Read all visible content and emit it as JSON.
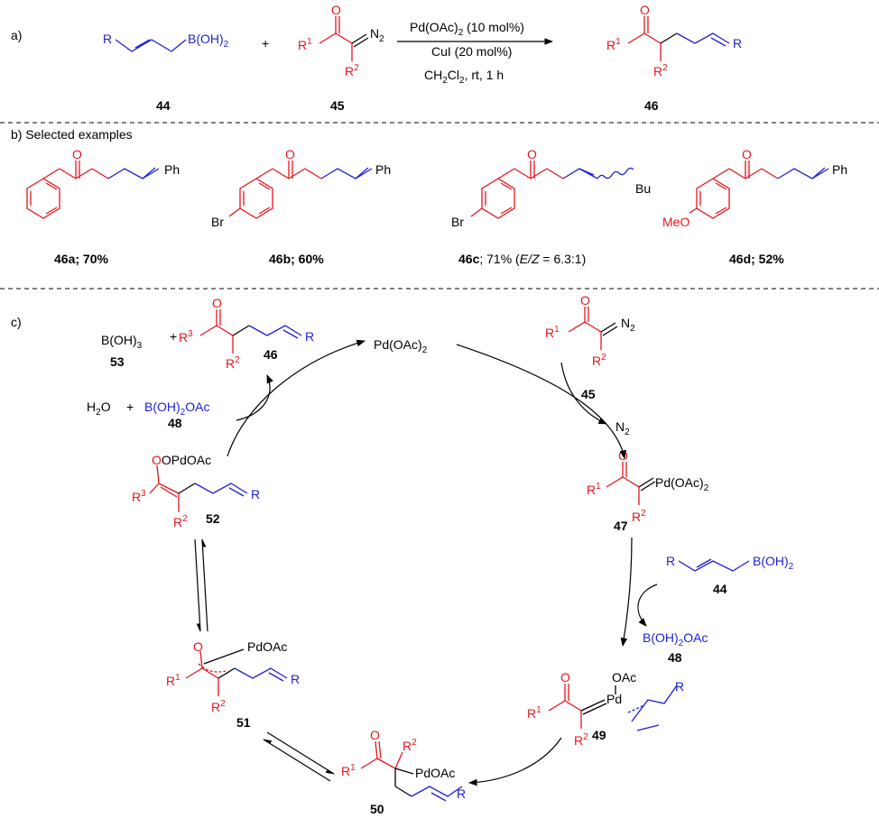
{
  "part_a": {
    "label": "a)",
    "reactant1": {
      "R": "R",
      "group": "B(OH)",
      "sub": "2",
      "number": "44"
    },
    "plus": "+",
    "reactant2": {
      "R1": "R",
      "R1sup": "1",
      "R2": "R",
      "R2sup": "2",
      "N2": "N",
      "N2sub": "2",
      "number": "45"
    },
    "conditions": {
      "line1": "Pd(OAc)",
      "line1sub": "2",
      "line1b": " (10 mol%)",
      "line2": "CuI (20 mol%)",
      "line3a": "CH",
      "line3sub1": "2",
      "line3b": "Cl",
      "line3sub2": "2",
      "line3c": ", rt, 1 h"
    },
    "product": {
      "R1": "R",
      "R1sup": "1",
      "R2": "R",
      "R2sup": "2",
      "R": "R",
      "number": "46"
    }
  },
  "part_b": {
    "label": "b) Selected examples",
    "examples": [
      {
        "number": "46a",
        "yield": "; 70%",
        "sub": "Ph"
      },
      {
        "number": "46b",
        "yield": "; 60%",
        "sub": "Ph",
        "para": "Br"
      },
      {
        "number": "46c",
        "yield": "; 71% (",
        "ez": "E/Z",
        "ratio": " = 6.3:1)",
        "sub": "Bu",
        "para": "Br"
      },
      {
        "number": "46d",
        "yield": "; 52%",
        "sub": "Ph",
        "para": "MeO"
      }
    ]
  },
  "part_c": {
    "label": "c)",
    "boric": {
      "text": "B(OH)",
      "sub": "3",
      "number": "53"
    },
    "plus": "+",
    "prod46": {
      "R3": "R",
      "R3sup": "3",
      "R2": "R",
      "R2sup": "2",
      "R": "R",
      "number": "46"
    },
    "catalyst": {
      "text": "Pd(OAc)",
      "sub": "2"
    },
    "diazo": {
      "R1": "R",
      "R1sup": "1",
      "R2": "R",
      "R2sup": "2",
      "N2": "N",
      "N2sub": "2",
      "number": "45"
    },
    "n2_out": {
      "text": "N",
      "sub": "2"
    },
    "water": {
      "text": "H",
      "sub": "2",
      "text2": "O",
      "plus": "+"
    },
    "b48_top": {
      "text": "B(OH)",
      "sub": "2",
      "text2": "OAc",
      "number": "48"
    },
    "c47": {
      "R1": "R",
      "R1sup": "1",
      "R2": "R",
      "R2sup": "2",
      "Pd": "Pd(OAc)",
      "Pdsub": "2",
      "number": "47"
    },
    "c52": {
      "O": "OPdOAc",
      "R3": "R",
      "R3sup": "3",
      "R2": "R",
      "R2sup": "2",
      "R": "R",
      "number": "52"
    },
    "allyl44": {
      "R": "R",
      "group": "B(OH)",
      "sub": "2",
      "number": "44"
    },
    "b48_right": {
      "text": "B(OH)",
      "sub": "2",
      "text2": "OAc",
      "number": "48"
    },
    "c49": {
      "OAc": "OAc",
      "Pd": "Pd",
      "R1": "R",
      "R1sup": "1",
      "R2": "R",
      "R2sup": "2",
      "R": "R",
      "number": "49"
    },
    "c51": {
      "Pd": "PdOAc",
      "R1": "R",
      "R1sup": "1",
      "R2": "R",
      "R2sup": "2",
      "R": "R",
      "number": "51"
    },
    "c50": {
      "R1": "R",
      "R1sup": "1",
      "R2": "R",
      "R2sup": "2",
      "Pd": "PdOAc",
      "R": "R",
      "number": "50"
    }
  }
}
